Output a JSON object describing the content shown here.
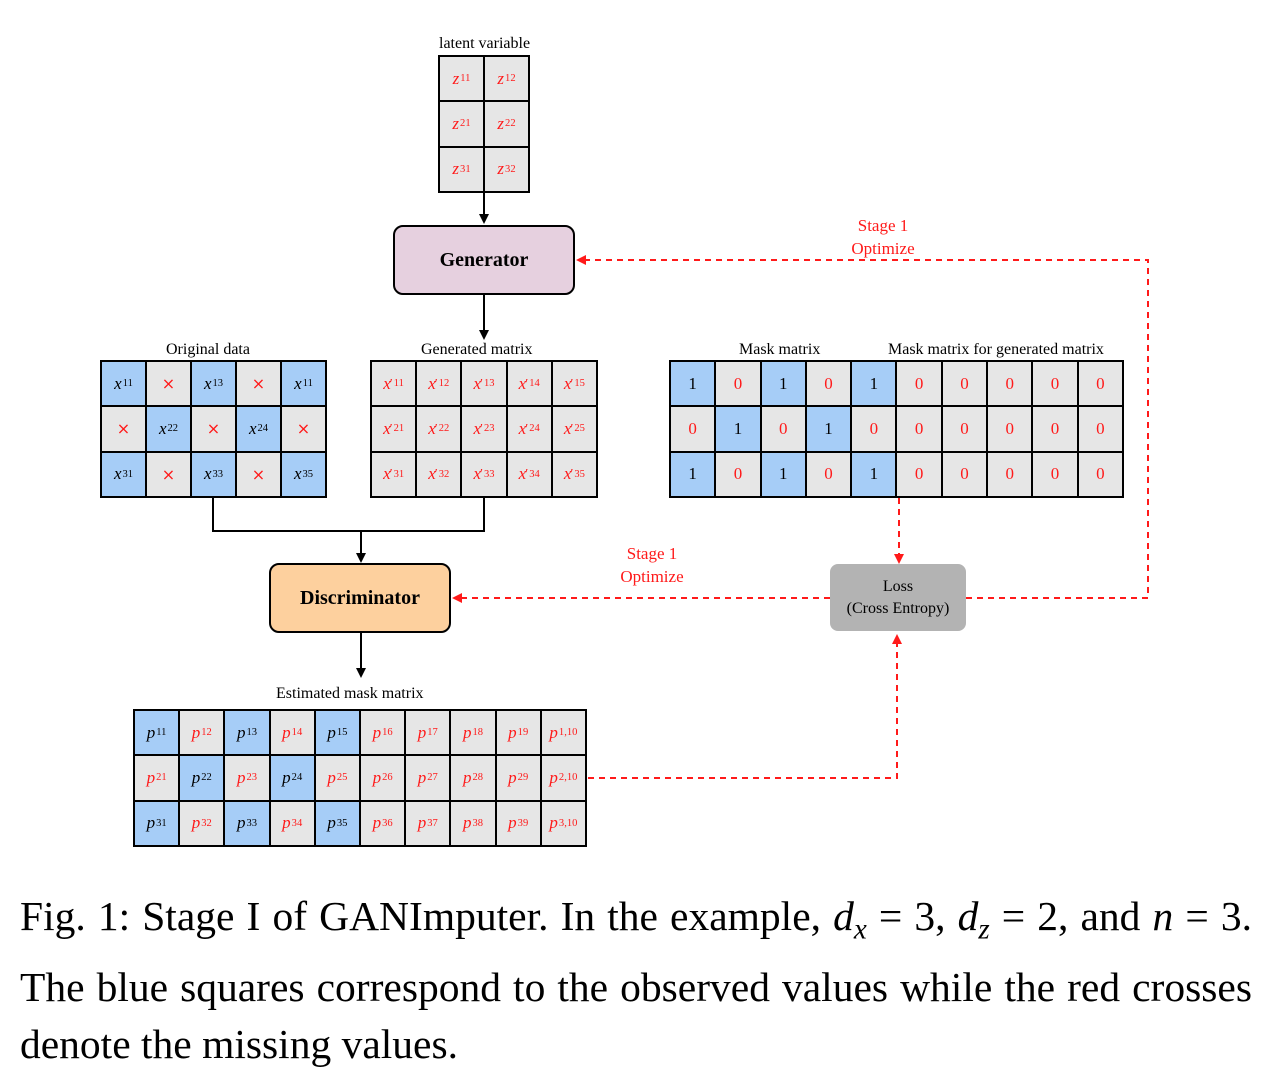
{
  "latent": {
    "label": "latent variable",
    "cells": [
      [
        "z|11",
        "z|12"
      ],
      [
        "z|21",
        "z|22"
      ],
      [
        "z|31",
        "z|32"
      ]
    ]
  },
  "generator": {
    "label": "Generator"
  },
  "discriminator": {
    "label": "Discriminator"
  },
  "loss": {
    "line1": "Loss",
    "line2": "(Cross Entropy)"
  },
  "stage_gen": {
    "line1": "Stage 1",
    "line2": "Optimize"
  },
  "stage_disc": {
    "line1": "Stage 1",
    "line2": "Optimize"
  },
  "original": {
    "label": "Original data",
    "cells": [
      [
        "x|11",
        "×",
        "x|13",
        "×",
        "x|11"
      ],
      [
        "×",
        "x|22",
        "×",
        "x|24",
        "×"
      ],
      [
        "x|31",
        "×",
        "x|33",
        "×",
        "x|35"
      ]
    ],
    "observed": [
      [
        1,
        0,
        1,
        0,
        1
      ],
      [
        0,
        1,
        0,
        1,
        0
      ],
      [
        1,
        0,
        1,
        0,
        1
      ]
    ]
  },
  "generated": {
    "label": "Generated matrix",
    "cells": [
      [
        "x'|11",
        "x'|12",
        "x'|13",
        "x'|14",
        "x'|15"
      ],
      [
        "x'|21",
        "x'|22",
        "x'|23",
        "x'|24",
        "x'|25"
      ],
      [
        "x'|31",
        "x'|32",
        "x'|33",
        "x'|34",
        "x'|35"
      ]
    ]
  },
  "mask": {
    "label": "Mask matrix",
    "label_generated": "Mask matrix for generated matrix",
    "cells": [
      [
        "1",
        "0",
        "1",
        "0",
        "1",
        "0",
        "0",
        "0",
        "0",
        "0"
      ],
      [
        "0",
        "1",
        "0",
        "1",
        "0",
        "0",
        "0",
        "0",
        "0",
        "0"
      ],
      [
        "1",
        "0",
        "1",
        "0",
        "1",
        "0",
        "0",
        "0",
        "0",
        "0"
      ]
    ],
    "observed": [
      [
        1,
        0,
        1,
        0,
        1,
        0,
        0,
        0,
        0,
        0
      ],
      [
        0,
        1,
        0,
        1,
        0,
        0,
        0,
        0,
        0,
        0
      ],
      [
        1,
        0,
        1,
        0,
        1,
        0,
        0,
        0,
        0,
        0
      ]
    ]
  },
  "estimated": {
    "label": "Estimated mask matrix",
    "cells": [
      [
        "p|11",
        "p|12",
        "p|13",
        "p|14",
        "p|15",
        "p|16",
        "p|17",
        "p|18",
        "p|19",
        "p|1,10"
      ],
      [
        "p|21",
        "p|22",
        "p|23",
        "p|24",
        "p|25",
        "p|26",
        "p|27",
        "p|28",
        "p|29",
        "p|2,10"
      ],
      [
        "p|31",
        "p|32",
        "p|33",
        "p|34",
        "p|35",
        "p|36",
        "p|37",
        "p|38",
        "p|39",
        "p|3,10"
      ]
    ],
    "observed": [
      [
        1,
        0,
        1,
        0,
        1,
        0,
        0,
        0,
        0,
        0
      ],
      [
        0,
        1,
        0,
        1,
        0,
        0,
        0,
        0,
        0,
        0
      ],
      [
        1,
        0,
        1,
        0,
        1,
        0,
        0,
        0,
        0,
        0
      ]
    ]
  },
  "caption": {
    "p1": "Fig. 1: Stage I of GANImputer. In the example, ",
    "dx_base": "d",
    "dx_sub": "x",
    "eq1": " = 3, ",
    "dz_base": "d",
    "dz_sub": "z",
    "eq2": " = 2, and ",
    "n": "n",
    "eq3": " = 3. The blue squares correspond to the observed values while the red crosses denote the missing values."
  },
  "colors": {
    "observed": "#a6cdf7",
    "missing_text": "#ff1a1a",
    "cell": "#e6e6e6",
    "generator": "#e6d0df",
    "discriminator": "#fdd09e",
    "loss": "#b3b3b3",
    "dashed": "#ff1a1a"
  }
}
